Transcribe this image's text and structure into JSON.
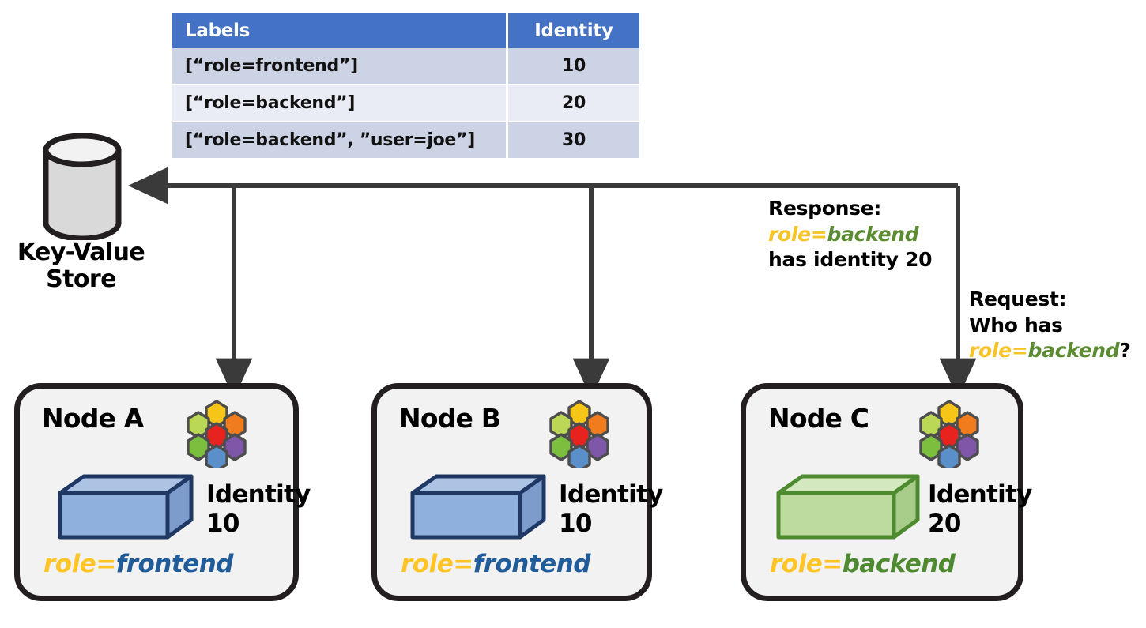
{
  "table": {
    "headers": [
      "Labels",
      "Identity"
    ],
    "rows": [
      {
        "labels": "[“role=frontend”]",
        "identity": "10"
      },
      {
        "labels": "[“role=backend”]",
        "identity": "20"
      },
      {
        "labels": "[“role=backend”, ”user=joe”]",
        "identity": "30"
      }
    ]
  },
  "store": {
    "icon": "database-cylinder-icon",
    "label_line1": "Key-Value",
    "label_line2": "Store"
  },
  "annotations": {
    "response": {
      "title": "Response:",
      "key": "role=",
      "value": "backend",
      "tail": "has identity 20"
    },
    "request": {
      "title": "Request:",
      "line2": "Who has",
      "key": "role=",
      "value": "backend",
      "suffix": "?"
    }
  },
  "nodes": [
    {
      "id": "node-a",
      "title": "Node A",
      "identity_label": "Identity",
      "identity_value": "10",
      "role_key": "role=",
      "role_value": "frontend",
      "cube_color": "blue",
      "hex_icon": "hexagon-cluster-icon"
    },
    {
      "id": "node-b",
      "title": "Node B",
      "identity_label": "Identity",
      "identity_value": "10",
      "role_key": "role=",
      "role_value": "frontend",
      "cube_color": "blue",
      "hex_icon": "hexagon-cluster-icon"
    },
    {
      "id": "node-c",
      "title": "Node C",
      "identity_label": "Identity",
      "identity_value": "20",
      "role_key": "role=",
      "role_value": "backend",
      "cube_color": "green",
      "hex_icon": "hexagon-cluster-icon"
    }
  ],
  "colors": {
    "table_header": "#4472C4",
    "row_odd": "#CCD3E4",
    "row_even": "#E9ECF5",
    "node_border": "#231F20",
    "node_fill": "#F2F2F2",
    "wire": "#3A3A3A",
    "role_key_yellow": "#FFC425",
    "role_frontend_blue": "#1F5C99",
    "role_backend_green": "#4E8A30",
    "cube_blue_face": "#8FAFDC",
    "cube_blue_edge": "#1F3864",
    "cube_green_face": "#BDDB9F",
    "cube_green_edge": "#4E8A30"
  }
}
